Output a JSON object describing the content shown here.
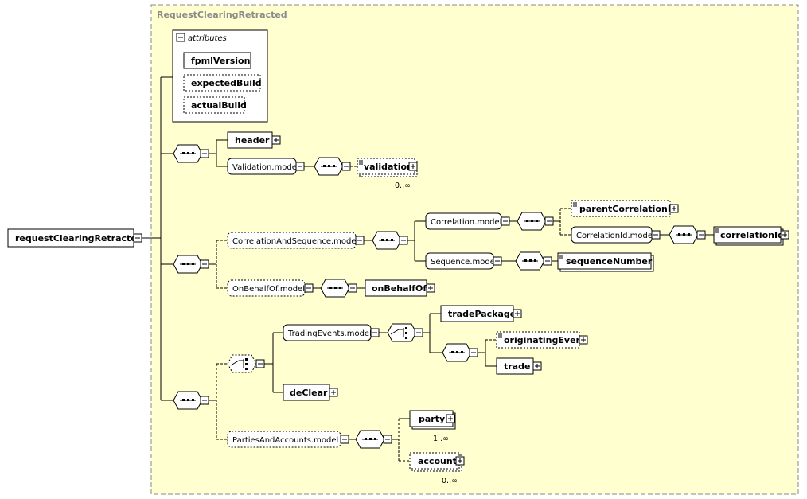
{
  "group_title": "RequestClearingRetracted",
  "root": {
    "label": "requestClearingRetracted"
  },
  "attributes": {
    "title": "attributes",
    "items": [
      {
        "label": "fpmlVersion",
        "optional": false
      },
      {
        "label": "expectedBuild",
        "optional": true
      },
      {
        "label": "actualBuild",
        "optional": true
      }
    ]
  },
  "elements": {
    "header": "header",
    "validation_model": "Validation.model",
    "validation": "validation",
    "validation_card": "0..∞",
    "correlation_and_sequence_model": "CorrelationAndSequence.model",
    "correlation_model": "Correlation.model",
    "parent_correlation_id": "parentCorrelationId",
    "correlation_id_model": "CorrelationId.model",
    "correlation_id": "correlationId",
    "sequence_model": "Sequence.model",
    "sequence_number": "sequenceNumber",
    "on_behalf_of_model": "OnBehalfOf.model",
    "on_behalf_of": "onBehalfOf",
    "trading_events_model": "TradingEvents.model",
    "trade_package": "tradePackage",
    "originating_event": "originatingEvent",
    "trade": "trade",
    "de_clear": "deClear",
    "parties_and_accounts_model": "PartiesAndAccounts.model",
    "party": "party",
    "party_card": "1..∞",
    "account": "account",
    "account_card": "0..∞"
  }
}
